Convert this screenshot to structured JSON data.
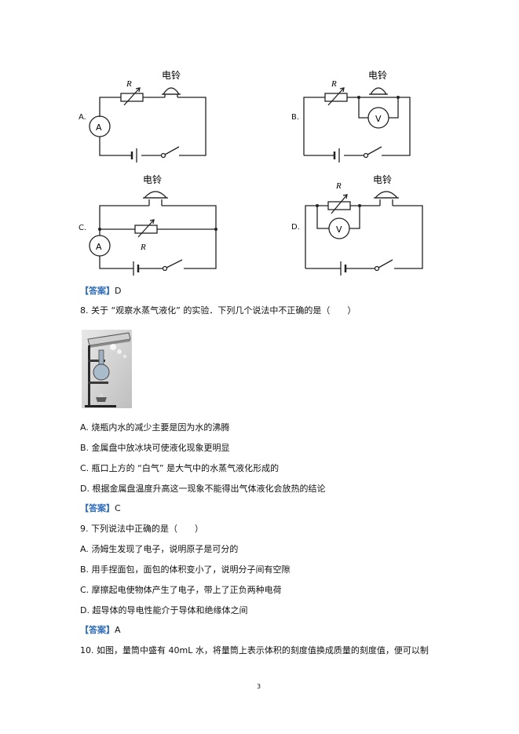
{
  "figure_labels": {
    "resistor": "R",
    "bell": "电铃",
    "ammeter": "A",
    "voltmeter": "V"
  },
  "circuit_options": [
    "A.",
    "B.",
    "C.",
    "D."
  ],
  "q7_answer": {
    "bracket": "【答案】",
    "value": "D"
  },
  "q8": {
    "stem": "8. 关于 “观察水蒸气液化” 的实验．下列几个说法中不正确的是（　　）",
    "options": [
      "A. 烧瓶内水的减少主要是因为水的沸腾",
      "B. 金属盘中放冰块可使液化现象更明显",
      "C. 瓶口上方的 “白气” 是大气中的水蒸气液化形成的",
      "D. 根据金属盘温度升高这一现象不能得出气体液化会放热的结论"
    ],
    "answer": {
      "bracket": "【答案】",
      "value": "C"
    }
  },
  "q9": {
    "stem": "9. 下列说法中正确的是（　　）",
    "options": [
      "A. 汤姆生发现了电子，说明原子是可分的",
      "B. 用手捏面包，面包的体积变小了，说明分子间有空隙",
      "C. 摩擦起电使物体产生了电子，带上了正负两种电荷",
      "D. 超导体的导电性能介于导体和绝缘体之间"
    ],
    "answer": {
      "bracket": "【答案】",
      "value": "A"
    }
  },
  "q10": {
    "stem": "10. 如图，量筒中盛有 40mL 水，将量筒上表示体积的刻度值换成质量的刻度值，便可以制"
  },
  "page_number": "3"
}
